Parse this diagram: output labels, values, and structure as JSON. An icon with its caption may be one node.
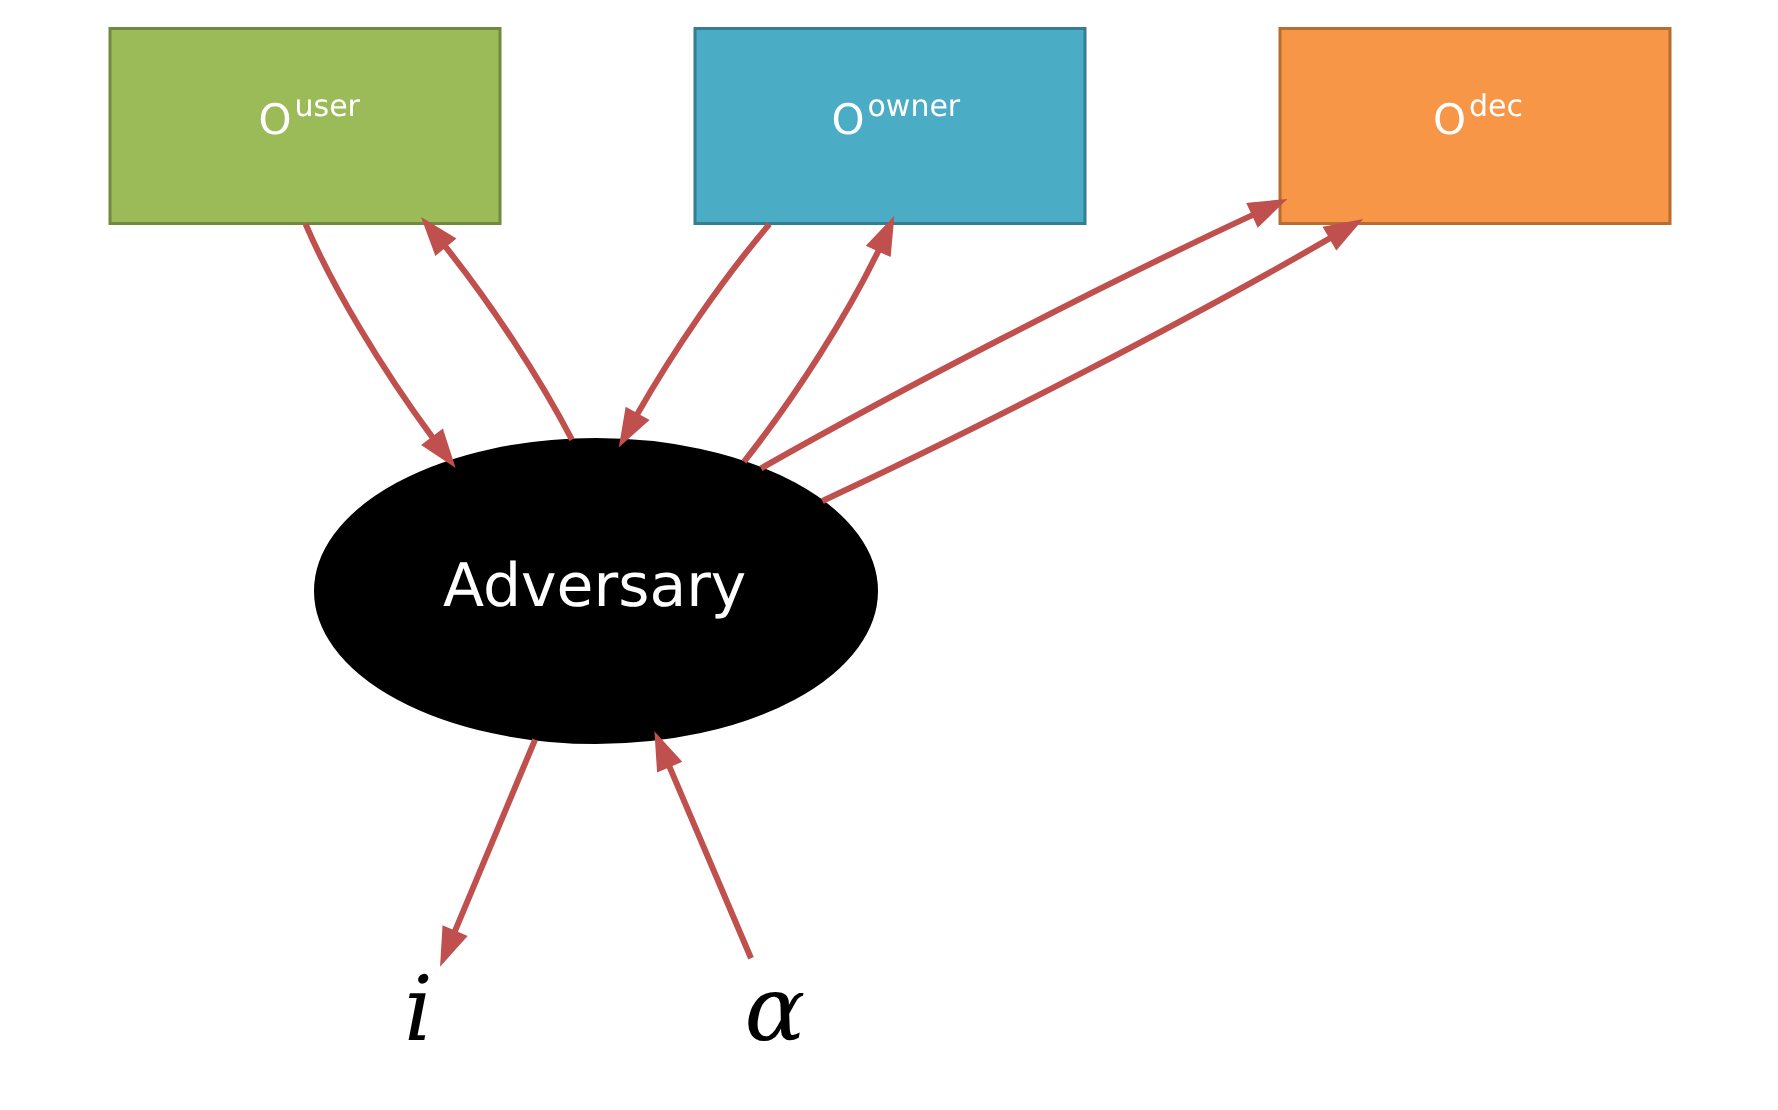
{
  "diagram": {
    "nodes": [
      {
        "text": [
          "O$^{user}$"
        ]
      },
      {
        "text": [
          "O$^{owner}$"
        ]
      },
      {
        "text": [
          "O$^{dec}$"
        ]
      },
      {
        "text": [
          "Adversary"
        ]
      },
      {
        "text": [
          "α"
        ]
      },
      {
        "text": [
          "i"
        ]
      }
    ],
    "edges": [
      {
        "from": 0,
        "to": 3,
        "arrow": "to"
      },
      {
        "from": 3,
        "to": 0,
        "arrow": "to"
      },
      {
        "from": 1,
        "to": 3,
        "arrow": "to"
      },
      {
        "from": 3,
        "to": 1,
        "arrow": "to"
      },
      {
        "from": 3,
        "to": 2,
        "arrow": "to"
      },
      {
        "from": 3,
        "to": 2,
        "arrow": "to"
      },
      {
        "from": 4,
        "to": 3,
        "arrow": "to"
      },
      {
        "from": 3,
        "to": 5,
        "arrow": "to"
      }
    ]
  }
}
